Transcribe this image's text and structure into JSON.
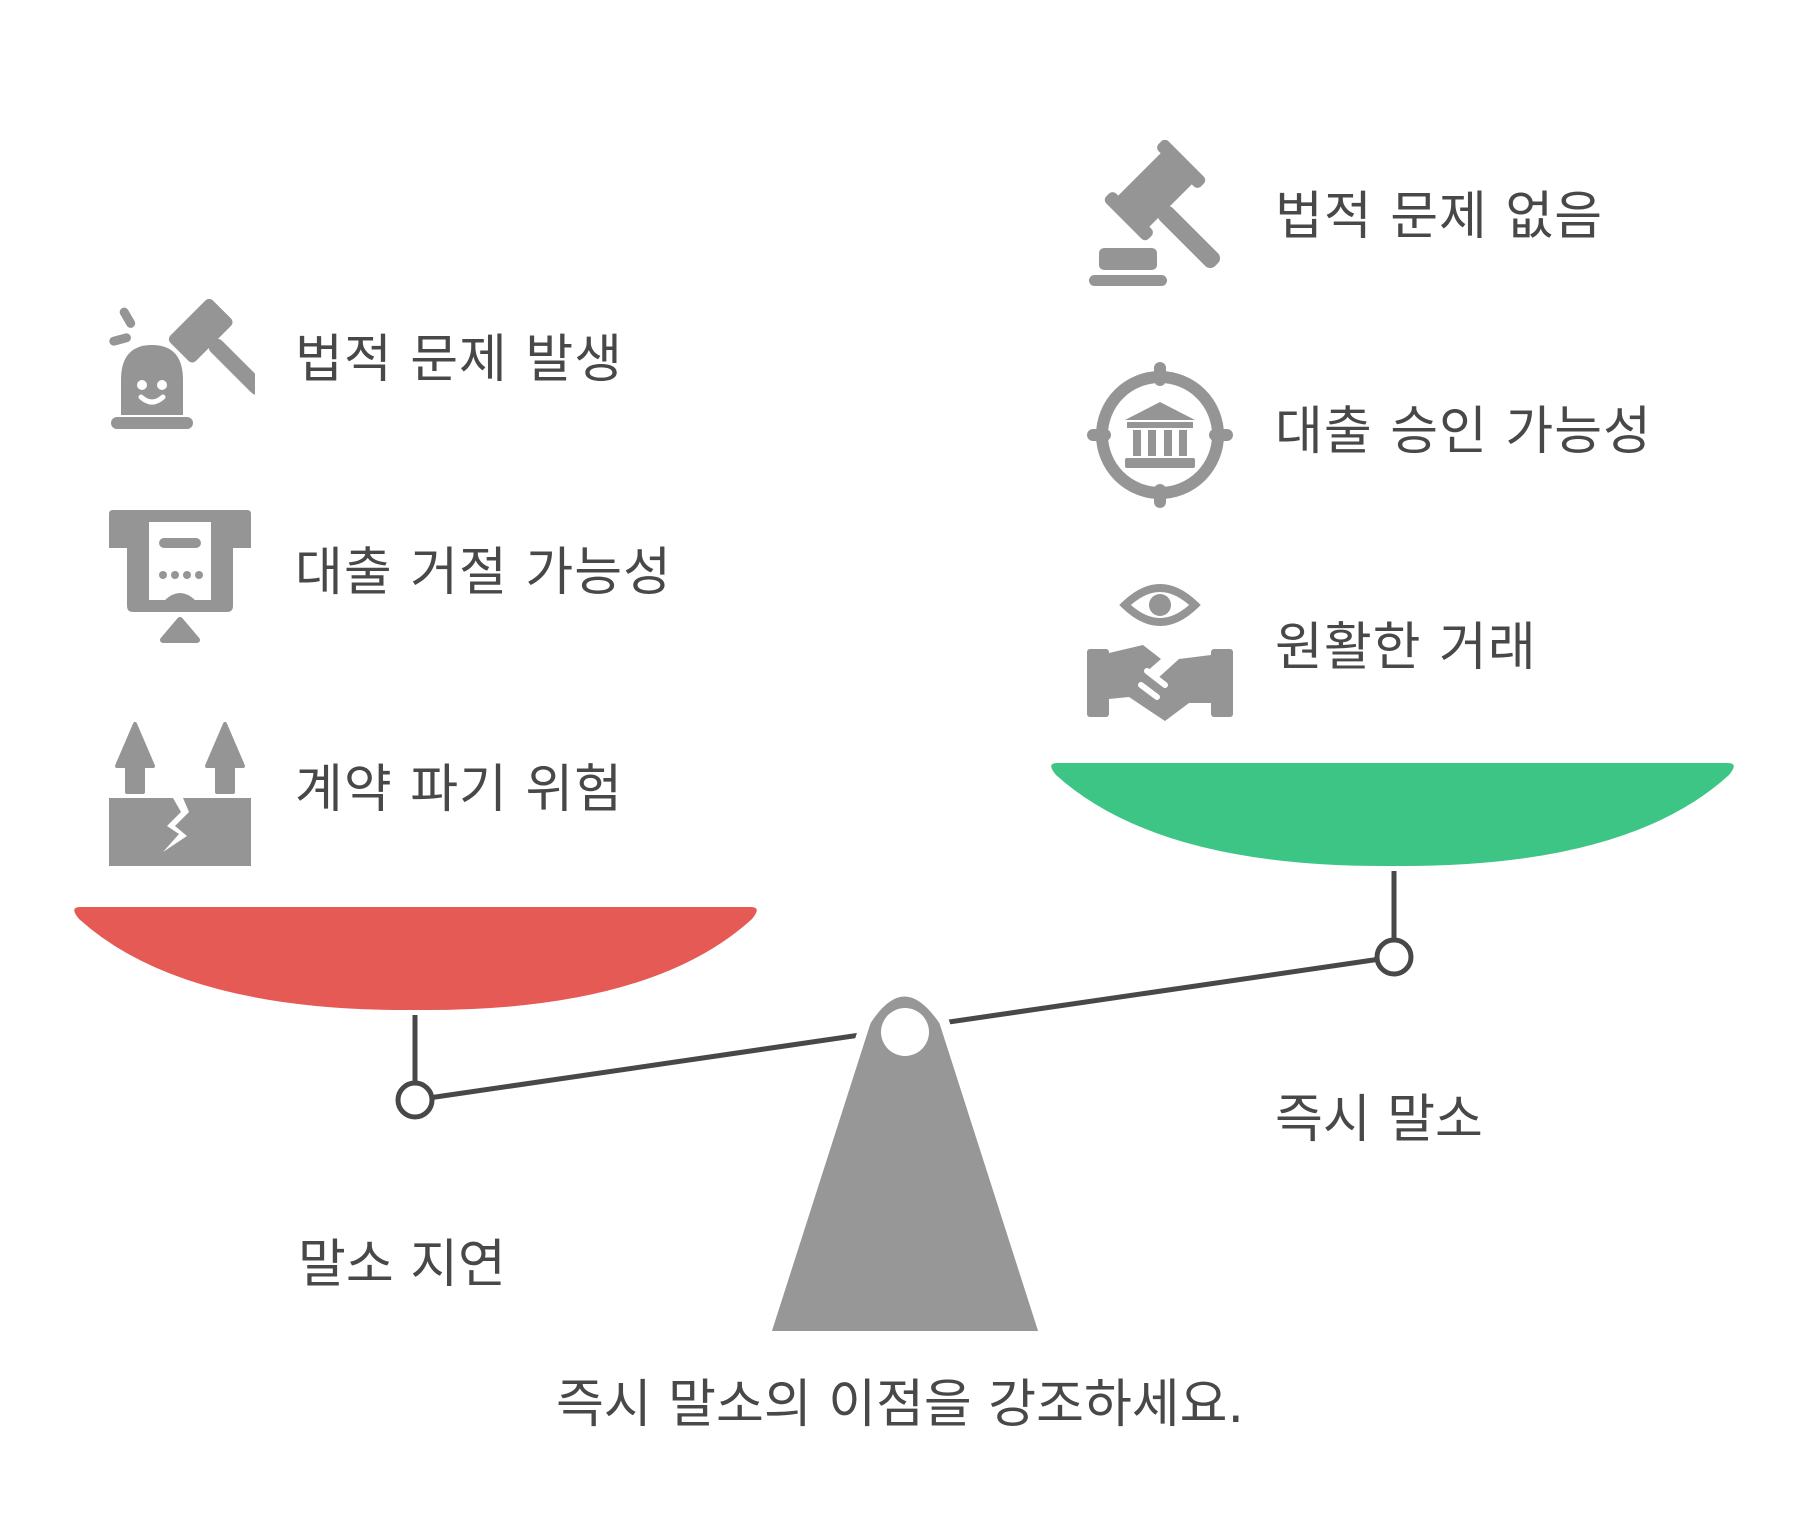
{
  "left_side": {
    "label": "말소 지연",
    "pan_color": "#E55A55",
    "items": [
      {
        "label": "법적 문제 발생",
        "icon": "gavel-alarm-icon"
      },
      {
        "label": "대출 거절 가능성",
        "icon": "atm-receipt-decline-icon"
      },
      {
        "label": "계약 파기 위험",
        "icon": "broken-ground-arrows-icon"
      }
    ]
  },
  "right_side": {
    "label": "즉시 말소",
    "pan_color": "#3DC585",
    "items": [
      {
        "label": "법적 문제 없음",
        "icon": "gavel-icon"
      },
      {
        "label": "대출 승인 가능성",
        "icon": "bank-target-icon"
      },
      {
        "label": "원활한 거래",
        "icon": "handshake-eye-icon"
      }
    ]
  },
  "caption": "즉시 말소의 이점을 강조하세요.",
  "colors": {
    "icon": "#959595",
    "fulcrum": "#979797",
    "beam": "#484848",
    "text": "#484848"
  }
}
